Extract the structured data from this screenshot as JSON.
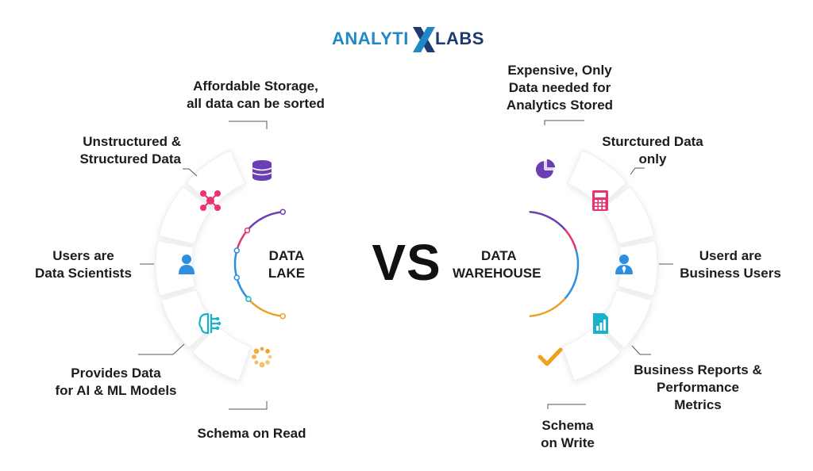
{
  "logo": {
    "part1": "ANALYTI",
    "part2": "LABS"
  },
  "vs": "VS",
  "left": {
    "center": [
      "DATA",
      "LAKE"
    ],
    "items": [
      {
        "lines": [
          "Affordable Storage,",
          "all data can be sorted"
        ],
        "icon": "database-icon"
      },
      {
        "lines": [
          "Unstructured &",
          "Structured Data"
        ],
        "icon": "network-icon"
      },
      {
        "lines": [
          "Users are",
          "Data Scientists"
        ],
        "icon": "user-icon"
      },
      {
        "lines": [
          "Provides Data",
          "for AI & ML Models"
        ],
        "icon": "ai-brain-icon"
      },
      {
        "lines": [
          "Schema on Read"
        ],
        "icon": "loading-icon"
      }
    ]
  },
  "right": {
    "center": [
      "DATA",
      "WAREHOUSE"
    ],
    "items": [
      {
        "lines": [
          "Expensive, Only",
          "Data needed for",
          "Analytics Stored"
        ],
        "icon": "pie-chart-icon"
      },
      {
        "lines": [
          "Sturctured Data",
          "only"
        ],
        "icon": "calculator-icon"
      },
      {
        "lines": [
          "Userd are",
          "Business Users"
        ],
        "icon": "business-user-icon"
      },
      {
        "lines": [
          "Business Reports &",
          "Performance",
          "Metrics"
        ],
        "icon": "report-icon"
      },
      {
        "lines": [
          "Schema",
          "on Write"
        ],
        "icon": "checkmark-icon"
      }
    ]
  },
  "colors": {
    "purple": "#6a3fb5",
    "pink": "#e8336d",
    "blue": "#2e8fe0",
    "teal": "#19b3c9",
    "orange": "#f0a020",
    "connector": "#555555"
  }
}
